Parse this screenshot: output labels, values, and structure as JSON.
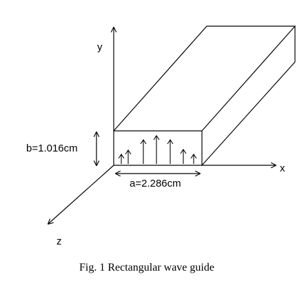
{
  "diagram": {
    "axis_labels": {
      "y": "y",
      "x": "x",
      "z": "z"
    },
    "dimension_b": "b=1.016cm",
    "dimension_a": "a=2.286cm",
    "caption": "Fig. 1 Rectangular wave guide"
  }
}
